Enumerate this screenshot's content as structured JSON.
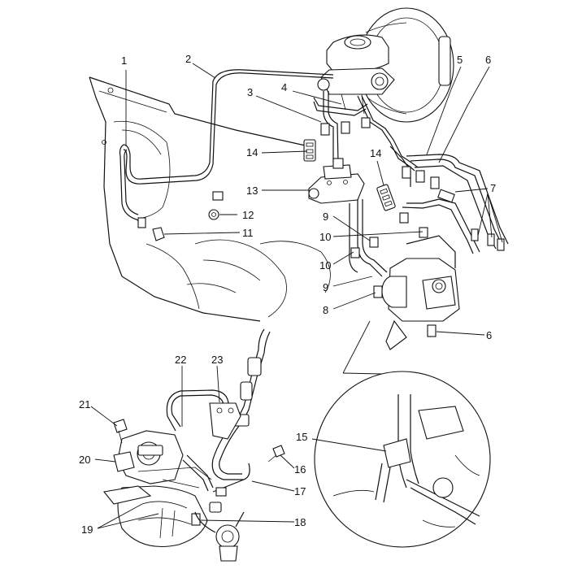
{
  "callouts": [
    {
      "id": "1",
      "label": "1"
    },
    {
      "id": "2",
      "label": "2"
    },
    {
      "id": "3",
      "label": "3"
    },
    {
      "id": "4",
      "label": "4"
    },
    {
      "id": "5",
      "label": "5"
    },
    {
      "id": "6a",
      "label": "6"
    },
    {
      "id": "6b",
      "label": "6"
    },
    {
      "id": "7",
      "label": "7"
    },
    {
      "id": "8",
      "label": "8"
    },
    {
      "id": "9a",
      "label": "9"
    },
    {
      "id": "9b",
      "label": "9"
    },
    {
      "id": "10a",
      "label": "10"
    },
    {
      "id": "10b",
      "label": "10"
    },
    {
      "id": "11",
      "label": "11"
    },
    {
      "id": "12",
      "label": "12"
    },
    {
      "id": "13",
      "label": "13"
    },
    {
      "id": "14a",
      "label": "14"
    },
    {
      "id": "14b",
      "label": "14"
    },
    {
      "id": "15",
      "label": "15"
    },
    {
      "id": "16",
      "label": "16"
    },
    {
      "id": "17",
      "label": "17"
    },
    {
      "id": "18",
      "label": "18"
    },
    {
      "id": "19",
      "label": "19"
    },
    {
      "id": "20",
      "label": "20"
    },
    {
      "id": "21",
      "label": "21"
    },
    {
      "id": "22",
      "label": "22"
    },
    {
      "id": "23",
      "label": "23"
    }
  ]
}
